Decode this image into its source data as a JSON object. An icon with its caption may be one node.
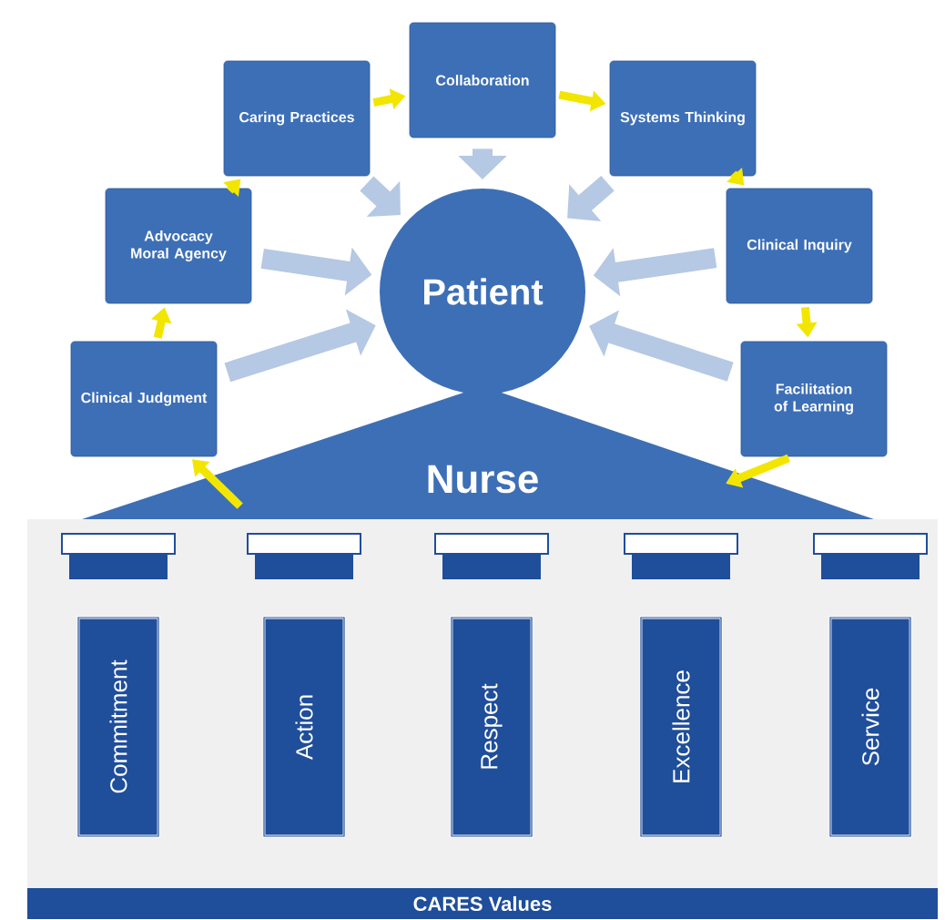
{
  "diagram": {
    "nodes": [
      {
        "text": [
          "Clinical Judgment"
        ]
      },
      {
        "text": [
          "Advocacy Moral Agency"
        ]
      },
      {
        "text": [
          "Caring Practices"
        ]
      },
      {
        "text": [
          "Collaboration"
        ]
      },
      {
        "text": [
          "Systems Thinking"
        ]
      },
      {
        "text": [
          "Clinical Inquiry"
        ]
      },
      {
        "text": [
          "Facilitation of Learning"
        ]
      },
      {
        "text": [
          "Patient"
        ]
      },
      {
        "text": [
          "Nurse"
        ]
      },
      {
        "text": [
          "Commitment"
        ]
      },
      {
        "text": [
          "Action"
        ]
      },
      {
        "text": [
          "Respect"
        ]
      },
      {
        "text": [
          "Excellence"
        ]
      },
      {
        "text": [
          "Service"
        ]
      },
      {
        "text": [
          "CARES Values"
        ]
      }
    ],
    "edges": [
      {
        "from": 8,
        "to": 0,
        "arrow": "to"
      },
      {
        "from": 0,
        "to": 1,
        "arrow": "to"
      },
      {
        "from": 1,
        "to": 2,
        "arrow": "to"
      },
      {
        "from": 2,
        "to": 3,
        "arrow": "to"
      },
      {
        "from": 3,
        "to": 4,
        "arrow": "to"
      },
      {
        "from": 4,
        "to": 5,
        "arrow": "to"
      },
      {
        "from": 5,
        "to": 6,
        "arrow": "to"
      },
      {
        "from": 6,
        "to": 8,
        "arrow": "to"
      },
      {
        "from": 0,
        "to": 7,
        "arrow": "to",
        "style": "thick",
        "color": "#b5c8e4"
      },
      {
        "from": 1,
        "to": 7,
        "arrow": "to",
        "style": "thick",
        "color": "#b5c8e4"
      },
      {
        "from": 2,
        "to": 7,
        "arrow": "to",
        "style": "thick",
        "color": "#b5c8e4"
      },
      {
        "from": 3,
        "to": 7,
        "arrow": "to",
        "style": "thick",
        "color": "#b5c8e4"
      },
      {
        "from": 4,
        "to": 7,
        "arrow": "to",
        "style": "thick",
        "color": "#b5c8e4"
      },
      {
        "from": 5,
        "to": 7,
        "arrow": "to",
        "style": "thick",
        "color": "#b5c8e4"
      },
      {
        "from": 6,
        "to": 7,
        "arrow": "to",
        "style": "thick",
        "color": "#b5c8e4"
      }
    ]
  }
}
